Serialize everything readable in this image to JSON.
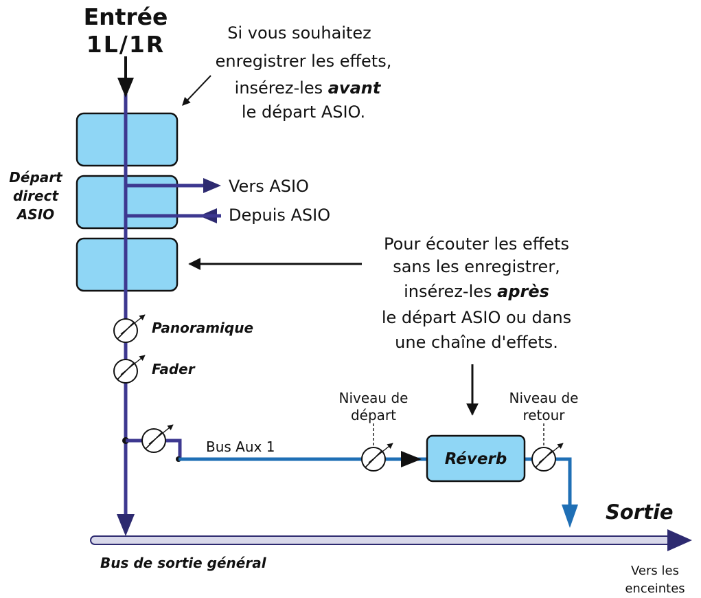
{
  "input": {
    "line1": "Entrée",
    "line2": "1L/1R"
  },
  "note_top": {
    "line1": "Si vous souhaitez",
    "line2": "enregistrer les effets,",
    "line3_prefix": "insérez-les ",
    "line3_bold": "avant",
    "line4": "le départ ASIO."
  },
  "direct_send": {
    "line1": "Départ",
    "line2": "direct",
    "line3": "ASIO"
  },
  "to_asio": "Vers ASIO",
  "from_asio": "Depuis ASIO",
  "note_right": {
    "line1": "Pour écouter les effets",
    "line2": "sans les enregistrer,",
    "line3_prefix": "insérez-les ",
    "line3_bold": "après",
    "line4": "le départ ASIO ou dans",
    "line5": "une chaîne d'effets."
  },
  "pan_label": "Panoramique",
  "fader_label": "Fader",
  "send_level": {
    "line1": "Niveau de",
    "line2": "départ"
  },
  "return_level": {
    "line1": "Niveau de",
    "line2": "retour"
  },
  "aux_bus": "Bus Aux 1",
  "reverb": "Réverb",
  "output": "Sortie",
  "main_bus": "Bus de sortie général",
  "speakers": {
    "line1": "Vers les",
    "line2": "enceintes"
  },
  "colors": {
    "signal_path": "#3d3890",
    "aux_path": "#1f6fb5",
    "block_fill": "#8fd6f5",
    "bus_fill": "#d8d8ea",
    "ink": "#111111"
  },
  "icons": [
    "down-arrow-icon",
    "right-arrow-icon",
    "left-arrow-icon",
    "potentiometer-icon"
  ]
}
